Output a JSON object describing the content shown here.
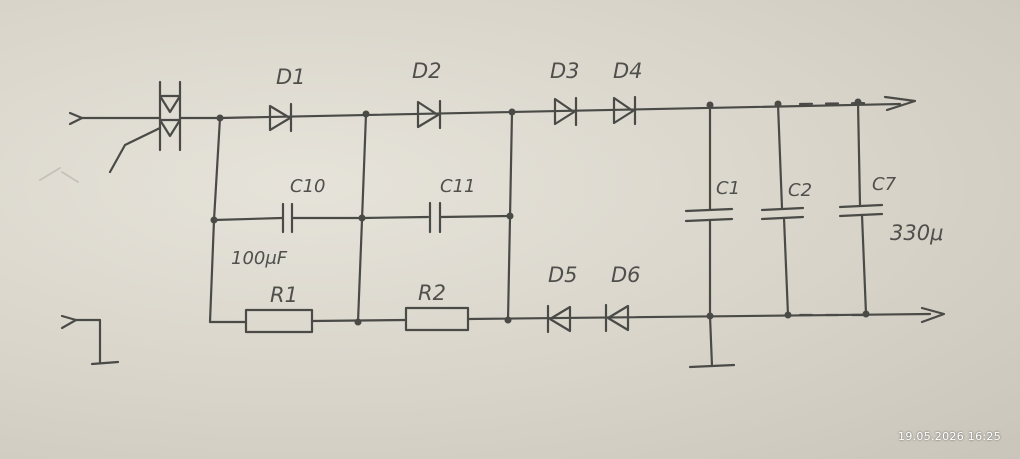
{
  "labels": {
    "D1": "D1",
    "D2": "D2",
    "D3": "D3",
    "D4": "D4",
    "D5": "D5",
    "D6": "D6",
    "C10": "C10",
    "C11": "C11",
    "C1": "C1",
    "C2": "C2",
    "C7": "C7",
    "R1": "R1",
    "R2": "R2",
    "cap_value_100": "100μF",
    "cap_value_330": "330μ"
  },
  "timestamp": "19.05.2026  16:25"
}
